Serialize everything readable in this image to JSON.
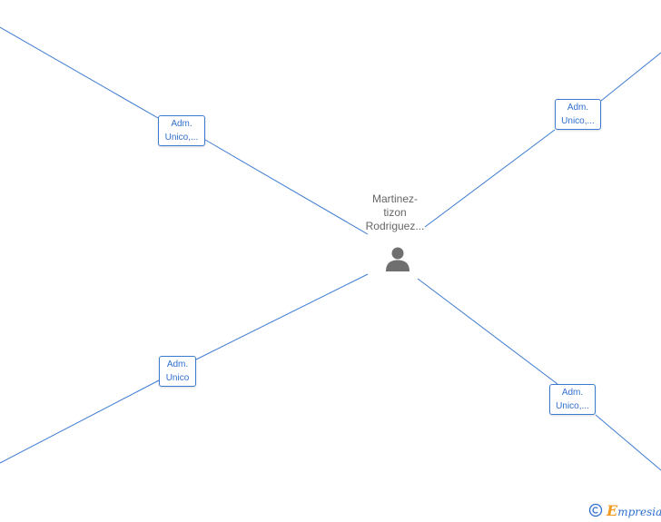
{
  "center_person": {
    "name_lines": [
      "Martinez-",
      "tizon",
      "Rodriguez..."
    ]
  },
  "roles": {
    "top_left": [
      "Adm.",
      "Unico,..."
    ],
    "top_right": [
      "Adm.",
      "Unico,..."
    ],
    "bottom_left": [
      "Adm.",
      "Unico"
    ],
    "bottom_right": [
      "Adm.",
      "Unico,..."
    ]
  },
  "branding": {
    "copyright_symbol": "©",
    "logo_initial": "E",
    "logo_rest": "mpresia"
  },
  "colors": {
    "edge": "#3d7bd1",
    "box_border": "#3d7bd1",
    "box_text": "#2f6fcf",
    "person_icon": "#6f6f6f",
    "center_text": "#666666",
    "logo_accent": "#f29a1f"
  },
  "icons": {
    "center": "person-icon",
    "footer": "copyright-icon"
  }
}
